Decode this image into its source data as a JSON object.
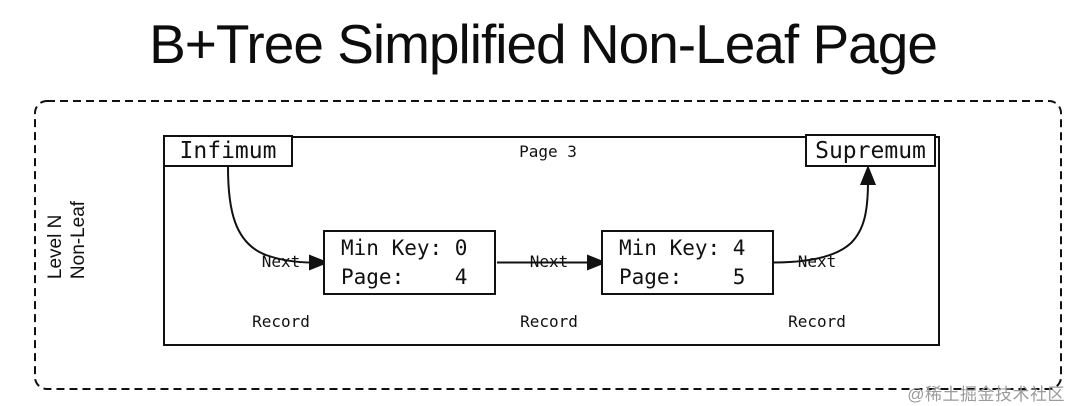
{
  "title": "B+Tree Simplified Non-Leaf Page",
  "colors": {
    "line": "#111111",
    "background": "#ffffff",
    "watermark_gray": "#9b9b9b"
  },
  "outer_group": {
    "level_label_line1": "Level N",
    "level_label_line2": "Non-Leaf"
  },
  "page": {
    "caption": "Page 3",
    "infimum_label": "Infimum",
    "supremum_label": "Supremum",
    "records": [
      {
        "min_key_line": "Min Key: 0",
        "page_line": "Page:    4"
      },
      {
        "min_key_line": "Min Key: 4",
        "page_line": "Page:    5"
      }
    ],
    "edges": [
      {
        "line1": "Next",
        "line2": "Record"
      },
      {
        "line1": "Next",
        "line2": "Record"
      },
      {
        "line1": "Next",
        "line2": "Record"
      }
    ]
  },
  "watermark": "@稀土掘金技术社区"
}
